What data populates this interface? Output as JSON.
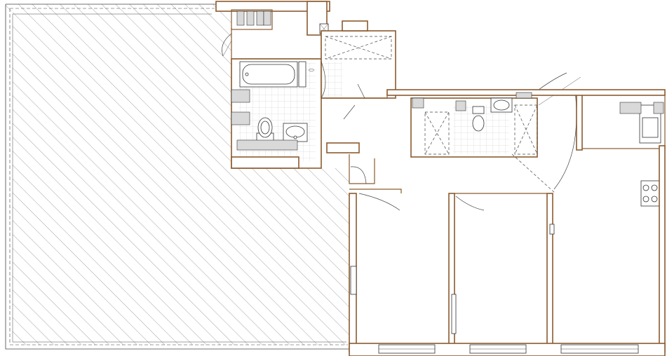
{
  "plan": {
    "kind": "architectural floor plan",
    "colors": {
      "wall_outline": "#8a5a2e",
      "line": "#333333",
      "terrace_hatch": "#9a9a9a",
      "tile_grid": "#b9b9b9",
      "background": "#ffffff"
    },
    "elements": [
      "terrace-hatched-area",
      "bathroom-with-bathtub",
      "toilet",
      "washbasin",
      "shower-enclosure",
      "kitchen-counter",
      "cooktop",
      "sink",
      "bedroom",
      "living-room",
      "windows"
    ]
  }
}
